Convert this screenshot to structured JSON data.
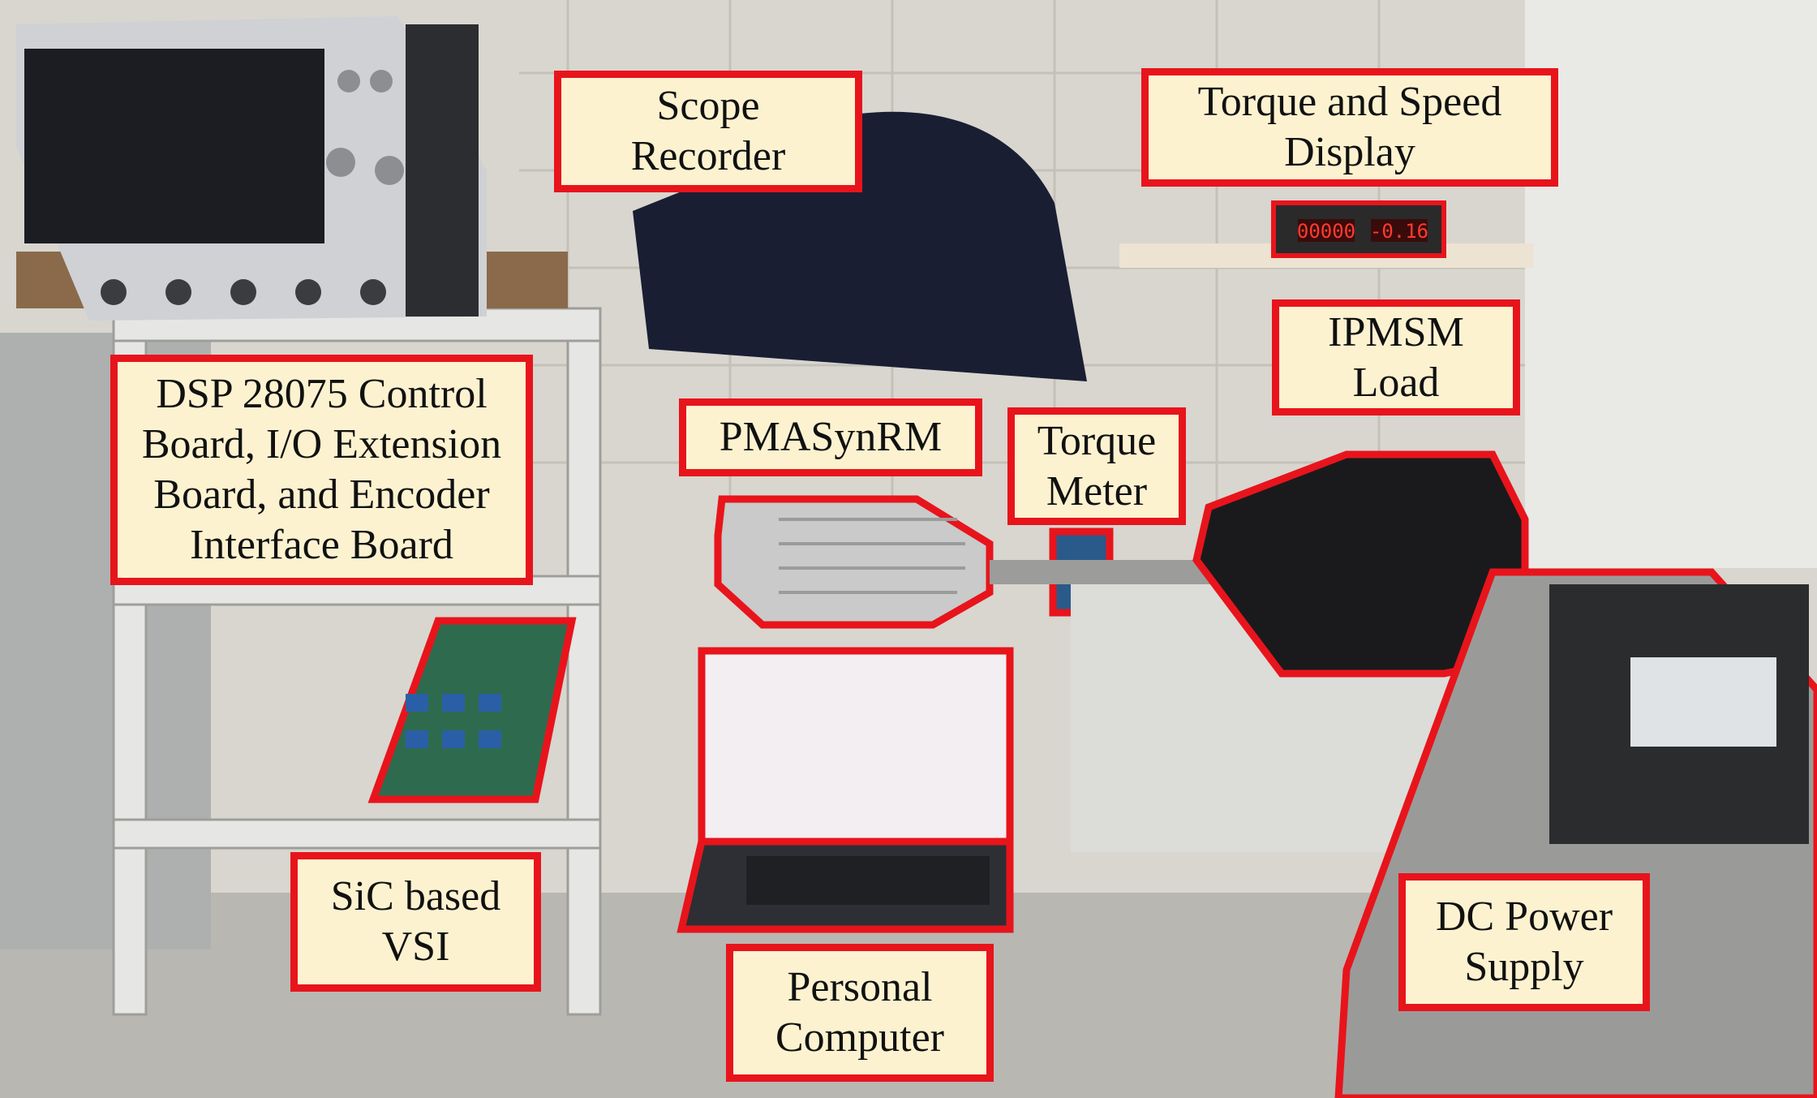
{
  "labels": {
    "scope_recorder": [
      "Scope",
      "Recorder"
    ],
    "torque_speed_display": [
      "Torque and Speed",
      "Display"
    ],
    "dsp_board": [
      "DSP 28075 Control",
      "Board, I/O Extension",
      "Board, and Encoder",
      "Interface Board"
    ],
    "pmasynrm": [
      "PMASynRM"
    ],
    "torque_meter": [
      "Torque",
      "Meter"
    ],
    "ipmsm_load": [
      "IPMSM",
      "Load"
    ],
    "sic_vsi": [
      "SiC based",
      "VSI"
    ],
    "personal_computer": [
      "Personal",
      "Computer"
    ],
    "dc_power_supply": [
      "DC Power",
      "Supply"
    ]
  },
  "displays": {
    "speed_readout": "00000",
    "torque_readout": "-0.16"
  },
  "colors": {
    "highlight_red": "#e8141c",
    "label_fill": "#fdf2d0"
  }
}
